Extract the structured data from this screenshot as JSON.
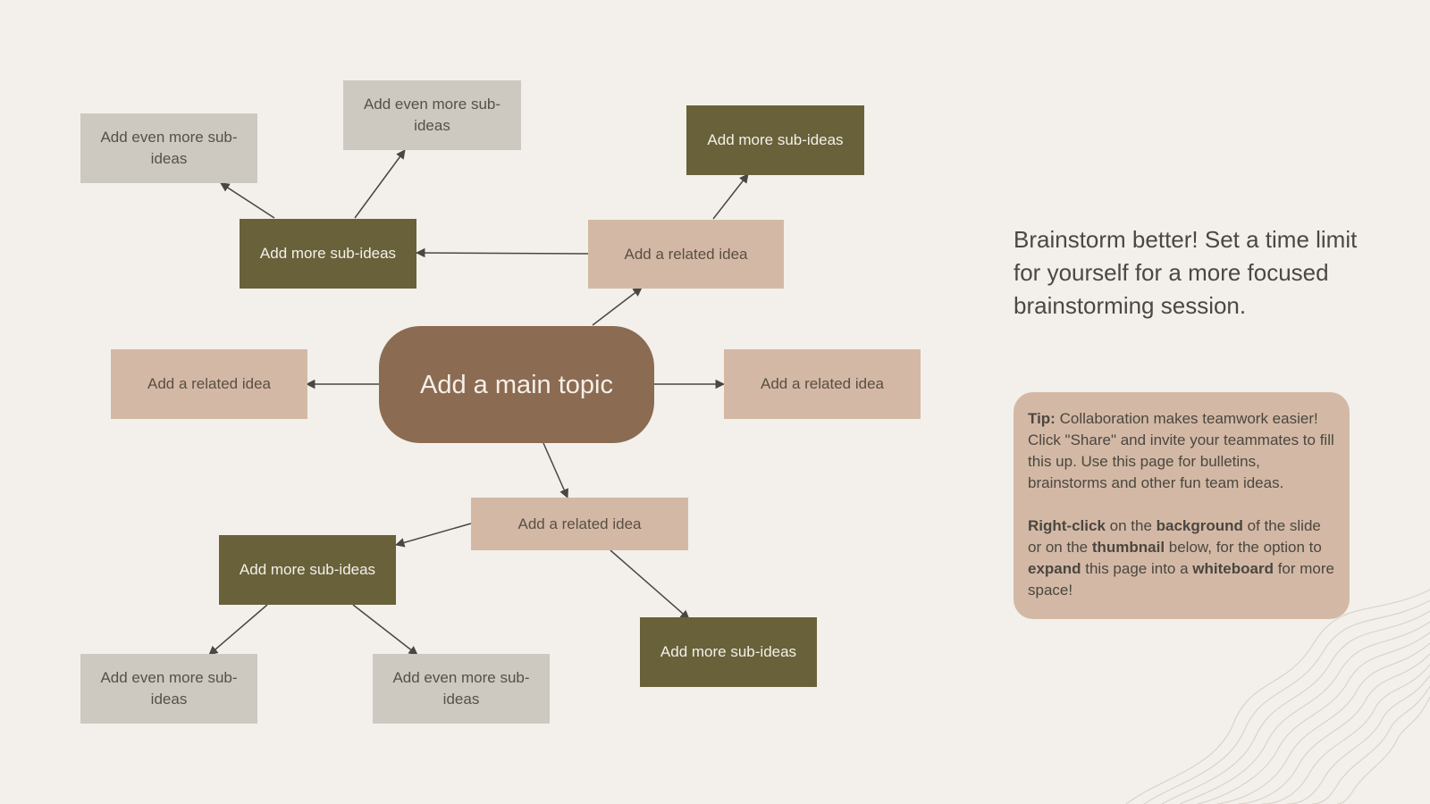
{
  "mindmap": {
    "main_topic": "Add a main topic",
    "nodes": {
      "sub_tl_1": "Add even more sub-ideas",
      "sub_tl_2": "Add even more sub-ideas",
      "more_tr": "Add more sub-ideas",
      "more_left": "Add more sub-ideas",
      "related_top": "Add a related idea",
      "related_left": "Add a related idea",
      "related_right": "Add a related idea",
      "related_bottom": "Add a related idea",
      "more_bottom_left": "Add more sub-ideas",
      "more_bottom_right": "Add more sub-ideas",
      "sub_bl_1": "Add even more sub-ideas",
      "sub_bl_2": "Add even more sub-ideas"
    }
  },
  "sidebar": {
    "headline": "Brainstorm better! Set a time limit for yourself for a more focused brainstorming session.",
    "tip": {
      "label": "Tip:",
      "text": " Collaboration makes teamwork easier! Click \"Share\" and invite your teammates to fill this up. Use this page for bulletins, brainstorms and other fun team ideas.",
      "p2_right_click": "Right-click",
      "p2_t1": " on the ",
      "p2_background": "background",
      "p2_t2": " of the slide or on the ",
      "p2_thumbnail": "thumbnail",
      "p2_t3": " below, for the option to ",
      "p2_expand": "expand",
      "p2_t4": " this page into a ",
      "p2_whiteboard": "whiteboard",
      "p2_t5": " for more space!"
    }
  },
  "colors": {
    "background": "#f3f0eb",
    "main_topic": "#8b6b52",
    "related_idea": "#d3b9a5",
    "more_sub_ideas": "#696139",
    "even_more_sub_ideas": "#cdc9c0",
    "connector": "#4a4642"
  }
}
